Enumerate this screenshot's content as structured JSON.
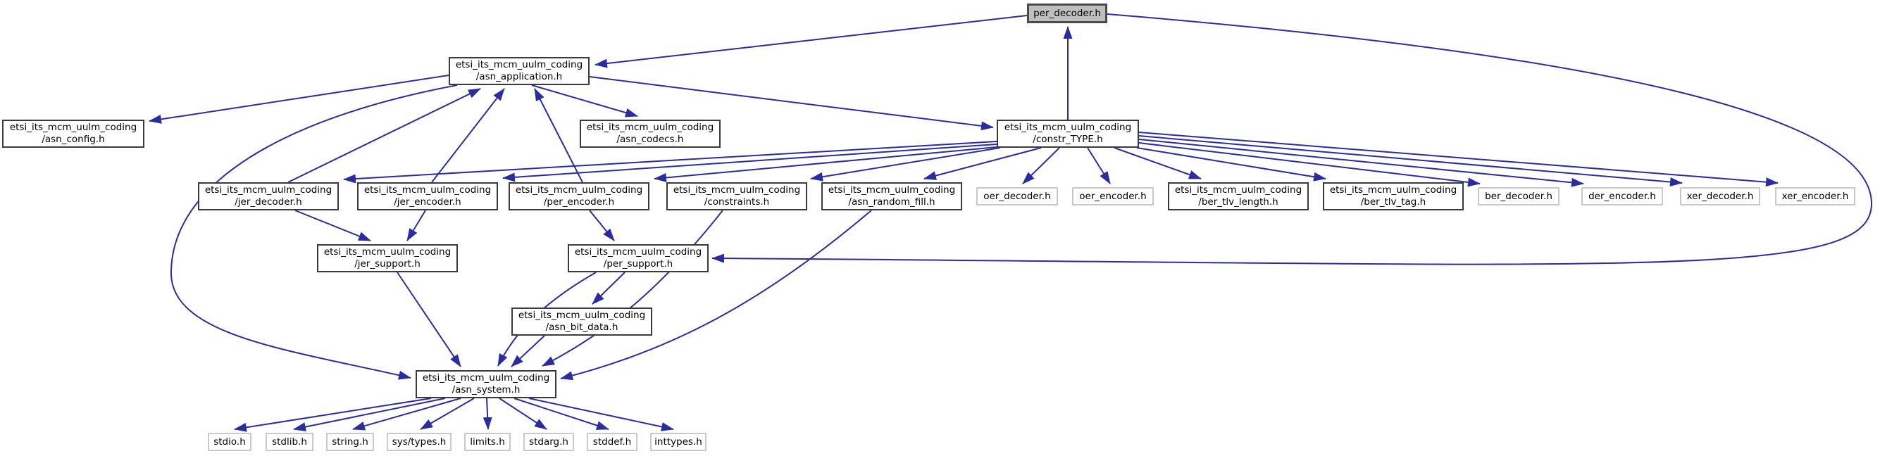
{
  "diagram": {
    "kind": "doxygen-include-dependency-graph",
    "edge_color": "#2c2c9e",
    "current_node_fill": "#bfbfbf",
    "nodes": [
      {
        "id": "per_decoder",
        "label": "per_decoder.h",
        "kind": "current"
      },
      {
        "id": "asn_application",
        "label": "etsi_its_mcm_uulm_coding\n/asn_application.h",
        "kind": "doc"
      },
      {
        "id": "asn_config",
        "label": "etsi_its_mcm_uulm_coding\n/asn_config.h",
        "kind": "doc"
      },
      {
        "id": "asn_codecs",
        "label": "etsi_its_mcm_uulm_coding\n/asn_codecs.h",
        "kind": "doc"
      },
      {
        "id": "constr_TYPE",
        "label": "etsi_its_mcm_uulm_coding\n/constr_TYPE.h",
        "kind": "doc"
      },
      {
        "id": "jer_decoder",
        "label": "etsi_its_mcm_uulm_coding\n/jer_decoder.h",
        "kind": "doc"
      },
      {
        "id": "jer_encoder",
        "label": "etsi_its_mcm_uulm_coding\n/jer_encoder.h",
        "kind": "doc"
      },
      {
        "id": "per_encoder",
        "label": "etsi_its_mcm_uulm_coding\n/per_encoder.h",
        "kind": "doc"
      },
      {
        "id": "constraints",
        "label": "etsi_its_mcm_uulm_coding\n/constraints.h",
        "kind": "doc"
      },
      {
        "id": "asn_random_fill",
        "label": "etsi_its_mcm_uulm_coding\n/asn_random_fill.h",
        "kind": "doc"
      },
      {
        "id": "oer_decoder",
        "label": "oer_decoder.h",
        "kind": "external"
      },
      {
        "id": "oer_encoder",
        "label": "oer_encoder.h",
        "kind": "external"
      },
      {
        "id": "ber_tlv_length",
        "label": "etsi_its_mcm_uulm_coding\n/ber_tlv_length.h",
        "kind": "doc"
      },
      {
        "id": "ber_tlv_tag",
        "label": "etsi_its_mcm_uulm_coding\n/ber_tlv_tag.h",
        "kind": "doc"
      },
      {
        "id": "ber_decoder",
        "label": "ber_decoder.h",
        "kind": "external"
      },
      {
        "id": "der_encoder",
        "label": "der_encoder.h",
        "kind": "external"
      },
      {
        "id": "xer_decoder",
        "label": "xer_decoder.h",
        "kind": "external"
      },
      {
        "id": "xer_encoder",
        "label": "xer_encoder.h",
        "kind": "external"
      },
      {
        "id": "jer_support",
        "label": "etsi_its_mcm_uulm_coding\n/jer_support.h",
        "kind": "doc"
      },
      {
        "id": "per_support",
        "label": "etsi_its_mcm_uulm_coding\n/per_support.h",
        "kind": "doc"
      },
      {
        "id": "asn_bit_data",
        "label": "etsi_its_mcm_uulm_coding\n/asn_bit_data.h",
        "kind": "doc"
      },
      {
        "id": "asn_system",
        "label": "etsi_its_mcm_uulm_coding\n/asn_system.h",
        "kind": "doc"
      },
      {
        "id": "stdio",
        "label": "stdio.h",
        "kind": "external"
      },
      {
        "id": "stdlib",
        "label": "stdlib.h",
        "kind": "external"
      },
      {
        "id": "string",
        "label": "string.h",
        "kind": "external"
      },
      {
        "id": "sys_types",
        "label": "sys/types.h",
        "kind": "external"
      },
      {
        "id": "limits",
        "label": "limits.h",
        "kind": "external"
      },
      {
        "id": "stdarg",
        "label": "stdarg.h",
        "kind": "external"
      },
      {
        "id": "stddef",
        "label": "stddef.h",
        "kind": "external"
      },
      {
        "id": "inttypes",
        "label": "inttypes.h",
        "kind": "external"
      }
    ],
    "edges": [
      {
        "from": "per_decoder",
        "to": "asn_application"
      },
      {
        "from": "per_decoder",
        "to": "per_support"
      },
      {
        "from": "constr_TYPE",
        "to": "per_decoder"
      },
      {
        "from": "asn_application",
        "to": "asn_config"
      },
      {
        "from": "asn_application",
        "to": "asn_codecs"
      },
      {
        "from": "asn_application",
        "to": "constr_TYPE"
      },
      {
        "from": "asn_application",
        "to": "asn_system"
      },
      {
        "from": "jer_decoder",
        "to": "asn_application"
      },
      {
        "from": "jer_encoder",
        "to": "asn_application"
      },
      {
        "from": "per_encoder",
        "to": "asn_application"
      },
      {
        "from": "constr_TYPE",
        "to": "jer_decoder"
      },
      {
        "from": "constr_TYPE",
        "to": "jer_encoder"
      },
      {
        "from": "constr_TYPE",
        "to": "per_encoder"
      },
      {
        "from": "constr_TYPE",
        "to": "constraints"
      },
      {
        "from": "constr_TYPE",
        "to": "asn_random_fill"
      },
      {
        "from": "constr_TYPE",
        "to": "oer_decoder"
      },
      {
        "from": "constr_TYPE",
        "to": "oer_encoder"
      },
      {
        "from": "constr_TYPE",
        "to": "ber_tlv_length"
      },
      {
        "from": "constr_TYPE",
        "to": "ber_tlv_tag"
      },
      {
        "from": "constr_TYPE",
        "to": "ber_decoder"
      },
      {
        "from": "constr_TYPE",
        "to": "der_encoder"
      },
      {
        "from": "constr_TYPE",
        "to": "xer_decoder"
      },
      {
        "from": "constr_TYPE",
        "to": "xer_encoder"
      },
      {
        "from": "jer_decoder",
        "to": "jer_support"
      },
      {
        "from": "jer_encoder",
        "to": "jer_support"
      },
      {
        "from": "per_encoder",
        "to": "per_support"
      },
      {
        "from": "jer_support",
        "to": "asn_system"
      },
      {
        "from": "per_support",
        "to": "asn_bit_data"
      },
      {
        "from": "per_support",
        "to": "asn_system"
      },
      {
        "from": "asn_bit_data",
        "to": "asn_system"
      },
      {
        "from": "constraints",
        "to": "asn_system"
      },
      {
        "from": "asn_random_fill",
        "to": "asn_system"
      },
      {
        "from": "asn_system",
        "to": "stdio"
      },
      {
        "from": "asn_system",
        "to": "stdlib"
      },
      {
        "from": "asn_system",
        "to": "string"
      },
      {
        "from": "asn_system",
        "to": "sys_types"
      },
      {
        "from": "asn_system",
        "to": "limits"
      },
      {
        "from": "asn_system",
        "to": "stdarg"
      },
      {
        "from": "asn_system",
        "to": "stddef"
      },
      {
        "from": "asn_system",
        "to": "inttypes"
      }
    ]
  }
}
